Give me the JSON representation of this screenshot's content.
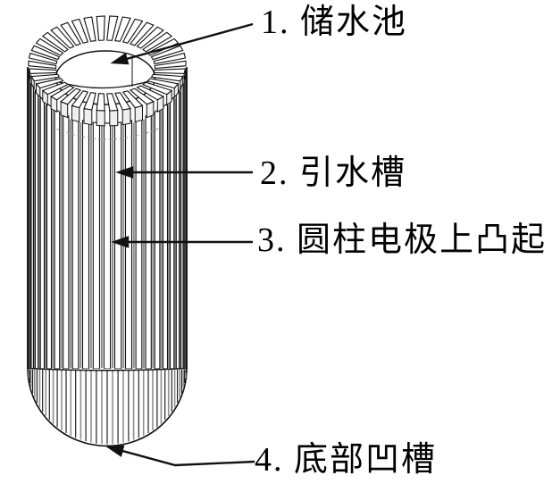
{
  "figure": {
    "callouts": [
      {
        "text": "1. 储水池",
        "part": "water-reservoir"
      },
      {
        "text": "2. 引水槽",
        "part": "water-guide-channel"
      },
      {
        "text": "3. 圆柱电极上凸起",
        "part": "electrode-surface-protrusions"
      },
      {
        "text": "4. 底部凹槽",
        "part": "bottom-groove"
      }
    ],
    "colors": {
      "line": "#111111",
      "shade": "#8f8f8f",
      "fill": "#ffffff",
      "face": "#efefef",
      "background": "#ffffff",
      "text": "#000000"
    }
  }
}
